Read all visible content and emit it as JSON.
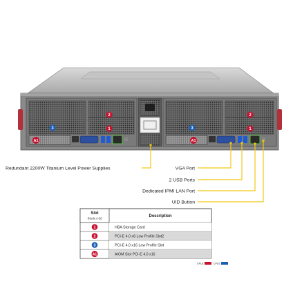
{
  "callouts": {
    "power": "Redundant 2200W Titanium Level Power Supplies",
    "vga": "VGA Port",
    "usb": "2 USB Ports",
    "ipmi": "Dedicated IPMI LAN Port",
    "uid": "UID Button"
  },
  "table": {
    "header_slot": "Slot",
    "header_slot_sub": "(Node A-B)",
    "header_desc": "Description",
    "rows": [
      {
        "badge": "1",
        "desc": "HBA Storage Card",
        "badge_color": "#c8102e"
      },
      {
        "badge": "2",
        "desc": "PCI-E 4.0 x8 Low Profile Slot2",
        "badge_color": "#c8102e"
      },
      {
        "badge": "3",
        "desc": "PCI-E 4.0 x16 Low Profile Slot",
        "badge_color": "#1a5fb4"
      },
      {
        "badge": "A1",
        "desc": "AIOM Slot PCI-E 4.0 x16",
        "badge_color": "#c8102e"
      }
    ]
  },
  "legend": {
    "cpu1": "CPU1",
    "cpu2": "CPU2",
    "cpu1_color": "#c8102e",
    "cpu2_color": "#1a5fb4"
  },
  "colors": {
    "callout_line": "#f2c811",
    "chassis": "#8a8a8a"
  }
}
